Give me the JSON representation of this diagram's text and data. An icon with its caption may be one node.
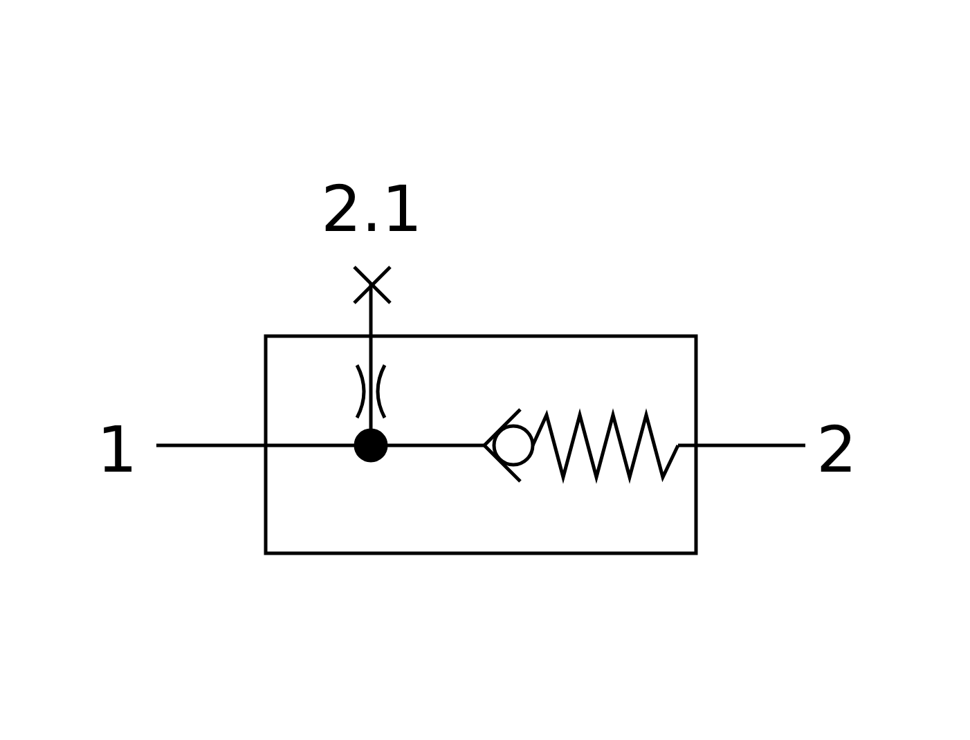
{
  "diagram": {
    "labels": [
      "2.1",
      "1",
      "2"
    ]
  }
}
